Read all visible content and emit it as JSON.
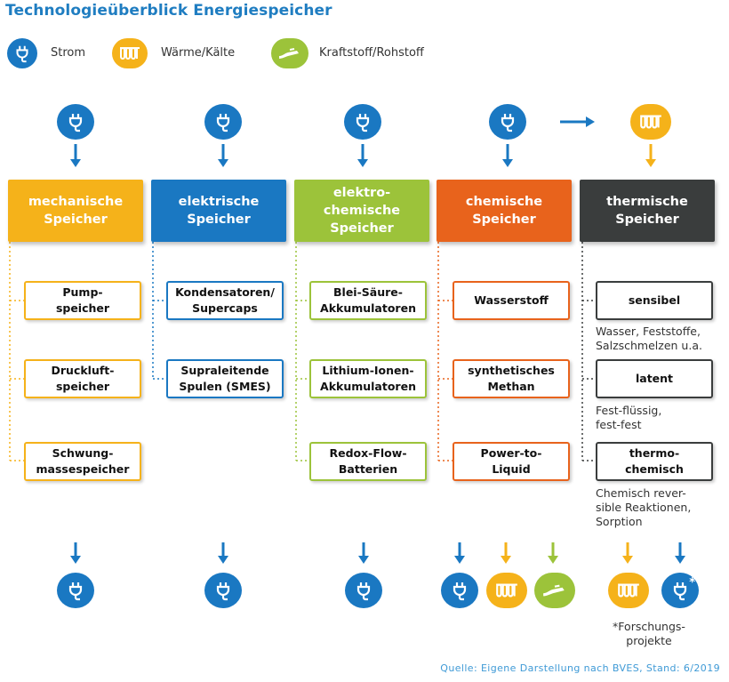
{
  "title": "Technologieüberblick Energiespeicher",
  "legend": [
    {
      "icon": "plug-icon",
      "label": "Strom",
      "color": "#1a78c2"
    },
    {
      "icon": "radiator-icon",
      "label": "Wärme/Kälte",
      "color": "#f5b21a"
    },
    {
      "icon": "fuel-nozzle-icon",
      "label": "Kraftstoff/Rohstoff",
      "color": "#9cc33a"
    }
  ],
  "categories": [
    {
      "label": "mechanische\nSpeicher",
      "color": "#f5b21a",
      "items": [
        "Pump-\nspeicher",
        "Druckluft-\nspeicher",
        "Schwung-\nmassespeicher"
      ]
    },
    {
      "label": "elektrische\nSpeicher",
      "color": "#1a78c2",
      "items": [
        "Kondensatoren/\nSupercaps",
        "Supraleitende\nSpulen (SMES)"
      ]
    },
    {
      "label": "elektro-\nchemische\nSpeicher",
      "color": "#9cc33a",
      "items": [
        "Blei-Säure-\nAkkumulatoren",
        "Lithium-Ionen-\nAkkumulatoren",
        "Redox-Flow-\nBatterien"
      ]
    },
    {
      "label": "chemische\nSpeicher",
      "color": "#e8631c",
      "items": [
        "Wasserstoff",
        "synthetisches\nMethan",
        "Power-to-\nLiquid"
      ]
    },
    {
      "label": "thermische\nSpeicher",
      "color": "#3a3d3d",
      "items": [
        "sensibel",
        "latent",
        "thermo-\nchemisch"
      ]
    }
  ],
  "thermal_descriptions": [
    "Wasser, Feststoffe,\nSalzschmelzen u.a.",
    "Fest-flüssig,\nfest-fest",
    "Chemisch rever-\nsible Reaktionen,\nSorption"
  ],
  "outputs_note": "*Forschungs-\nprojekte",
  "output_star": "*",
  "source": "Quelle: Eigene Darstellung nach BVES, Stand: 6/2019",
  "colors": {
    "blue": "#1a78c2",
    "yellow": "#f5b21a",
    "green": "#9cc33a",
    "orange": "#e8631c",
    "dark": "#3a3d3d"
  }
}
